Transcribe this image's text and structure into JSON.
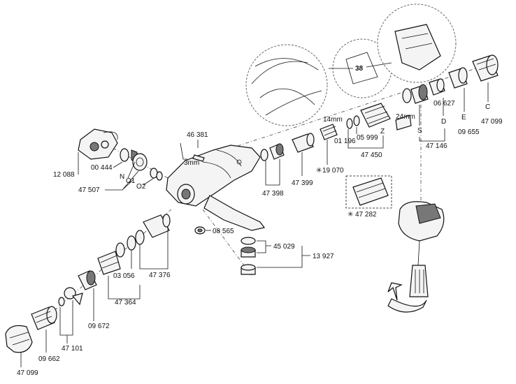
{
  "labels": {
    "p12088": "12 088",
    "p00444": "00 444",
    "p47507": "47 507",
    "n": "N",
    "o1": "O1",
    "o2": "O2",
    "p46381": "46 381",
    "mm3": "3mm",
    "p47398": "47 398",
    "p47399": "47 399",
    "p19070": "19 070",
    "mm14": "14mm",
    "p01196": "01 196",
    "p05999": "05 999",
    "z": "Z",
    "p47450": "47 450",
    "mm24": "24mm",
    "n38": "38",
    "s": "S",
    "d": "D",
    "e": "E",
    "c": "C",
    "p06627": "06 627",
    "p09655": "09 655",
    "p47146": "47 146",
    "p47099_top": "47 099",
    "p47282": "47 282",
    "p08565": "08 565",
    "p45029": "45 029",
    "p13927": "13 927",
    "p03056": "03 056",
    "p47376": "47 376",
    "p47364": "47 364",
    "p09672": "09 672",
    "p47101": "47 101",
    "p09662": "09 662",
    "p47099_bottom": "47 099",
    "star": "✳"
  }
}
